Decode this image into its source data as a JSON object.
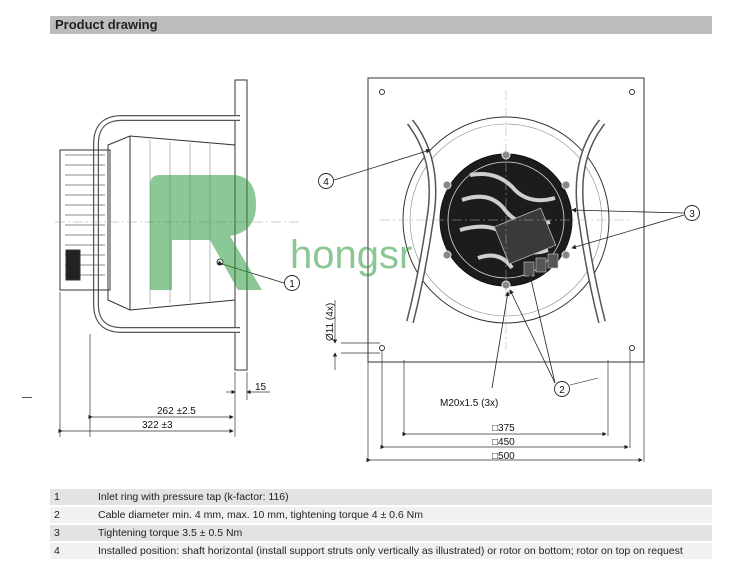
{
  "header": {
    "title": "Product drawing"
  },
  "callouts": [
    "1",
    "2",
    "3",
    "4"
  ],
  "dimensions": {
    "side_flange": "15",
    "side_depth": "262 ±2.5",
    "side_overall": "322 ±3",
    "hole": "Ø11 (4x)",
    "thread": "M20x1.5 (3x)",
    "square_375": "□375",
    "square_450": "□450",
    "square_500": "□500"
  },
  "watermark": {
    "text": "hongsr",
    "color": "#2e9a3e"
  },
  "notes": [
    {
      "num": "1",
      "text": "Inlet ring with pressure tap (k-factor: 116)"
    },
    {
      "num": "2",
      "text": "Cable diameter min. 4 mm, max. 10 mm, tightening torque 4 ± 0.6 Nm"
    },
    {
      "num": "3",
      "text": "Tightening torque 3.5 ± 0.5 Nm"
    },
    {
      "num": "4",
      "text": "Installed position: shaft horizontal (install support struts only vertically as illustrated) or rotor on bottom; rotor on top on request"
    }
  ]
}
